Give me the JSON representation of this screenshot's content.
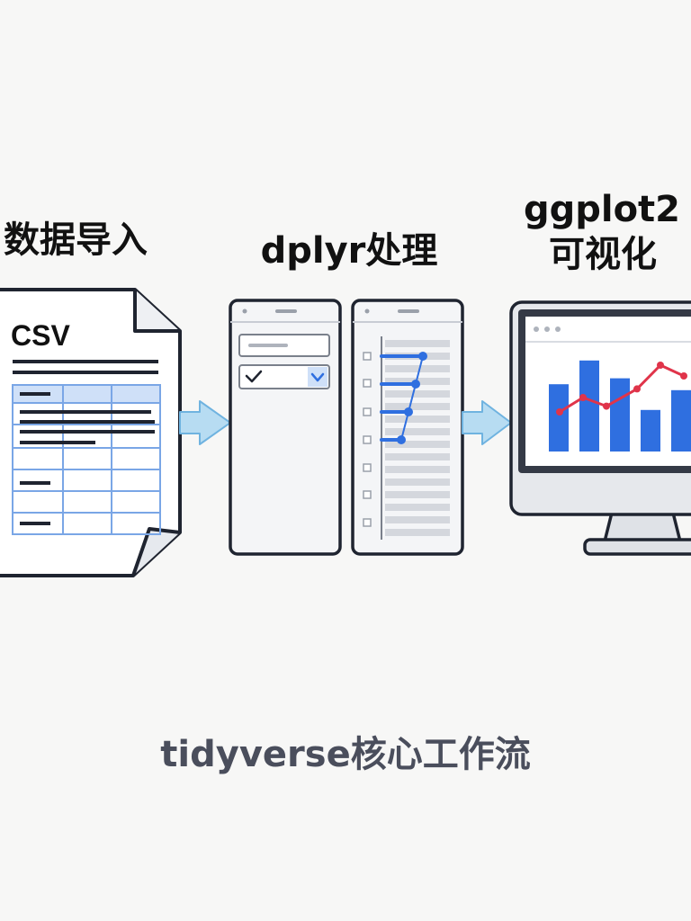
{
  "stages": {
    "import": {
      "label": "数据导入",
      "file_type": "CSV"
    },
    "process": {
      "label": "dplyr处理"
    },
    "visualize": {
      "label_line1": "ggplot2",
      "label_line2": "可视化"
    }
  },
  "footer": {
    "caption": "tidyverse核心工作流"
  },
  "colors": {
    "accent_blue": "#2f6fe0",
    "line_red": "#e0344a",
    "outline": "#1f2430",
    "arrow": "#b7dcf2"
  },
  "icons": {
    "document": "csv-document-icon",
    "filter_panel": "filter-panel-icon",
    "arrange_panel": "arrange-panel-icon",
    "monitor": "monitor-chart-icon",
    "arrow": "flow-arrow-icon"
  },
  "chart_data": {
    "type": "bar",
    "bars": [
      0.68,
      0.92,
      0.74,
      0.42,
      0.62
    ],
    "line": [
      0.3,
      0.5,
      0.38,
      0.62,
      0.95,
      0.8
    ]
  }
}
